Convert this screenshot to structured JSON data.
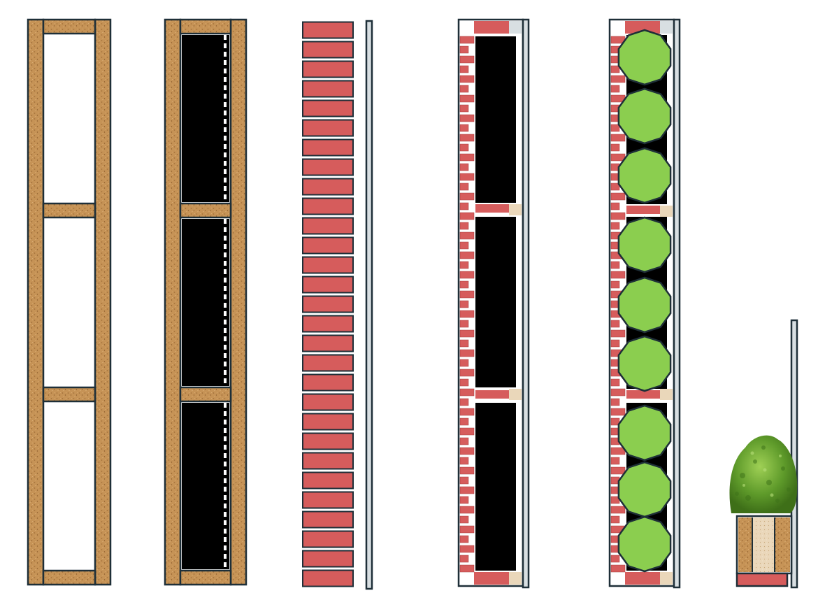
{
  "diagram": {
    "colors": {
      "background": "#ffffff",
      "outline": "#1e2f38",
      "wood": "#c69356",
      "wood_dark": "#9c6a35",
      "brick": "#d65c5c",
      "brick_dark": "#a53e3e",
      "cavity": "#000000",
      "shrub": "#8bce4f",
      "membrane": "#ffffff",
      "cap_metal": "#d8dfe2",
      "soil": "#ead7ba",
      "foliage": "#5e9a2a"
    },
    "stages": [
      {
        "id": "stage-1",
        "name": "timber-frame",
        "frames": 3,
        "cavity_filled": false
      },
      {
        "id": "stage-2",
        "name": "timber-frame-insulated",
        "frames": 3,
        "cavity_filled": true
      },
      {
        "id": "stage-3",
        "name": "brick-course-with-board",
        "brick_count": 29
      },
      {
        "id": "stage-4",
        "name": "brick-wall-with-cavity",
        "frames": 3
      },
      {
        "id": "stage-5",
        "name": "green-wall-planted",
        "plant_count": 9
      },
      {
        "id": "stage-6",
        "name": "single-planter-module",
        "shrub": true
      }
    ]
  }
}
